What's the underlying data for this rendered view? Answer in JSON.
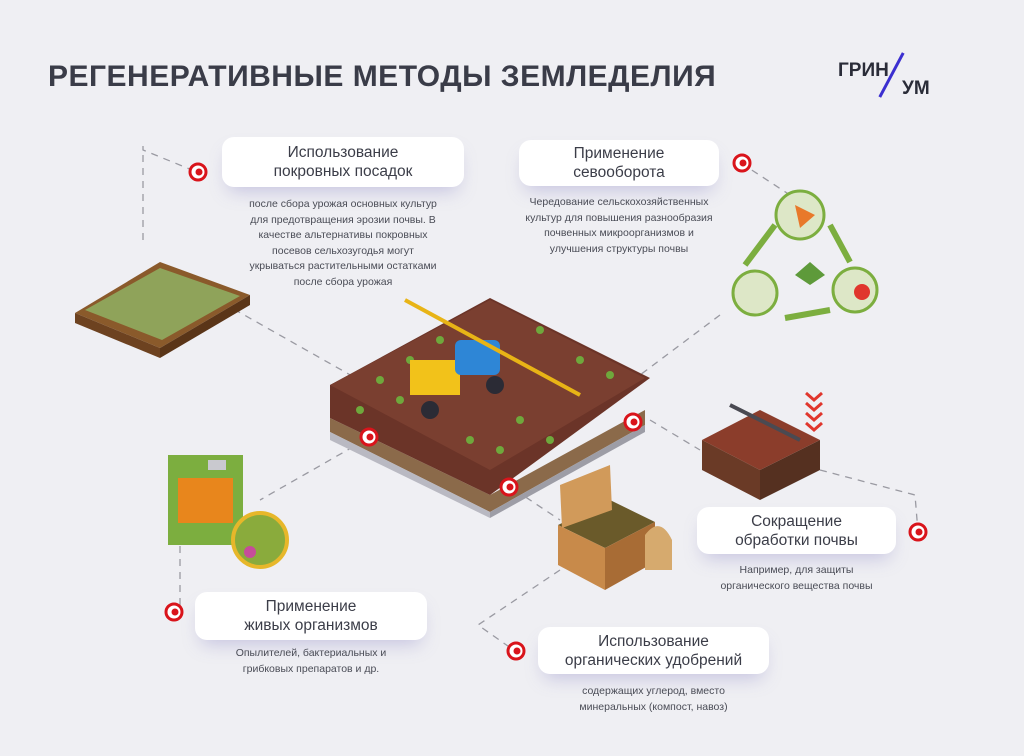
{
  "title": "РЕГЕНЕРАТИВНЫЕ МЕТОДЫ ЗЕМЛЕДЕЛИЯ",
  "logo": {
    "part1": "ГРИН",
    "part2": "УМ",
    "accent": "#3b2fd0"
  },
  "colors": {
    "marker": "#d9141b",
    "soil": "#6b3428",
    "background": "#efeff3"
  },
  "methods": [
    {
      "title_line1": "Использование",
      "title_line2": "покровных посадок",
      "desc": [
        "после сбора урожая основных культур",
        "для предотвращения эрозии почвы. В",
        "качестве альтернативы покровных",
        "посевов сельхозугодья могут",
        "укрываться растительными остатками",
        "после сбора урожая"
      ]
    },
    {
      "title_line1": "Применение",
      "title_line2": "севооборота",
      "desc": [
        "Чередование сельскохозяйственных",
        "культур для повышения разнообразия",
        "почвенных микроорганизмов и",
        "улучшения структуры почвы"
      ]
    },
    {
      "title_line1": "Сокращение",
      "title_line2": "обработки почвы",
      "desc": [
        "Например, для защиты",
        "органического вещества почвы"
      ]
    },
    {
      "title_line1": "Применение",
      "title_line2": "живых организмов",
      "desc": [
        "Опылителей, бактериальных и",
        "грибковых препаратов и др."
      ]
    },
    {
      "title_line1": "Использование",
      "title_line2": "органических удобрений",
      "desc": [
        "содержащих углерод, вместо",
        "минеральных (компост, навоз)"
      ]
    }
  ]
}
